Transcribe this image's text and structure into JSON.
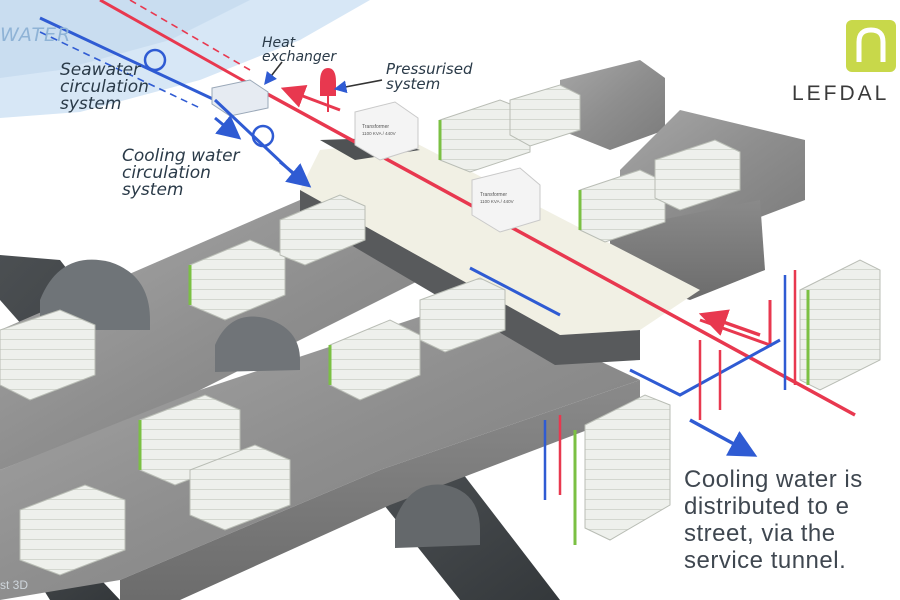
{
  "labels": {
    "water": "WATER",
    "seawater": [
      "Seawater",
      "circulation",
      "system"
    ],
    "heat_exchanger": [
      "Heat",
      "exchanger"
    ],
    "pressurised": [
      "Pressurised",
      "system"
    ],
    "cooling": [
      "Cooling water",
      "circulation",
      "system"
    ]
  },
  "transformer_text": [
    "Transformer",
    "1100 KVA / 440V"
  ],
  "caption": [
    "Cooling water is",
    "distributed to e",
    "street, via the",
    "service tunnel."
  ],
  "logo": {
    "text": "LEFDAL"
  },
  "credit": "st 3D",
  "colors": {
    "hot": "#e8384f",
    "cold": "#2f5bd3",
    "rack_frame": "#7bc043",
    "sea": "#cfe2f5",
    "rock": "#8c8c8c"
  }
}
